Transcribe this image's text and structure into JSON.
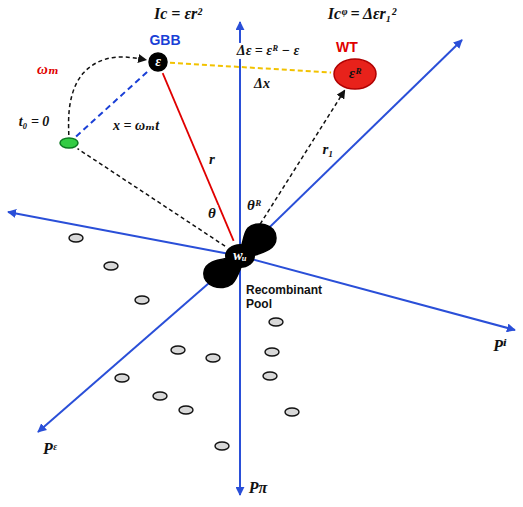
{
  "diagram": {
    "nodes": [
      {
        "text": [
          "GBB",
          "ε"
        ]
      },
      {
        "text": [
          "WT",
          "εᴿ"
        ]
      },
      {
        "text": [
          "t₀ = 0"
        ]
      },
      {
        "text": [
          "wᵤ",
          "Recombinant Pool"
        ]
      }
    ],
    "edges": [
      {
        "from": 2,
        "to": 0,
        "arrow": "to",
        "label": "ωₘ"
      },
      {
        "from": 2,
        "to": 0,
        "arrow": "none",
        "label": "x = ωₘt"
      },
      {
        "from": 3,
        "to": 0,
        "arrow": "none",
        "label": "r"
      },
      {
        "from": 0,
        "to": 1,
        "arrow": "none",
        "label": "Δε = εᴿ − ε"
      },
      {
        "from": 3,
        "to": 1,
        "arrow": "to",
        "label": "r₁"
      },
      {
        "from": 3,
        "to": 2,
        "arrow": "none"
      }
    ],
    "labels": [
      "Ic = εr²",
      "Icᵠ = Δεr₁²",
      "Δx",
      "θ",
      "θᴿ",
      "Pⁱ",
      "Pᵋ",
      "Pπ"
    ]
  }
}
